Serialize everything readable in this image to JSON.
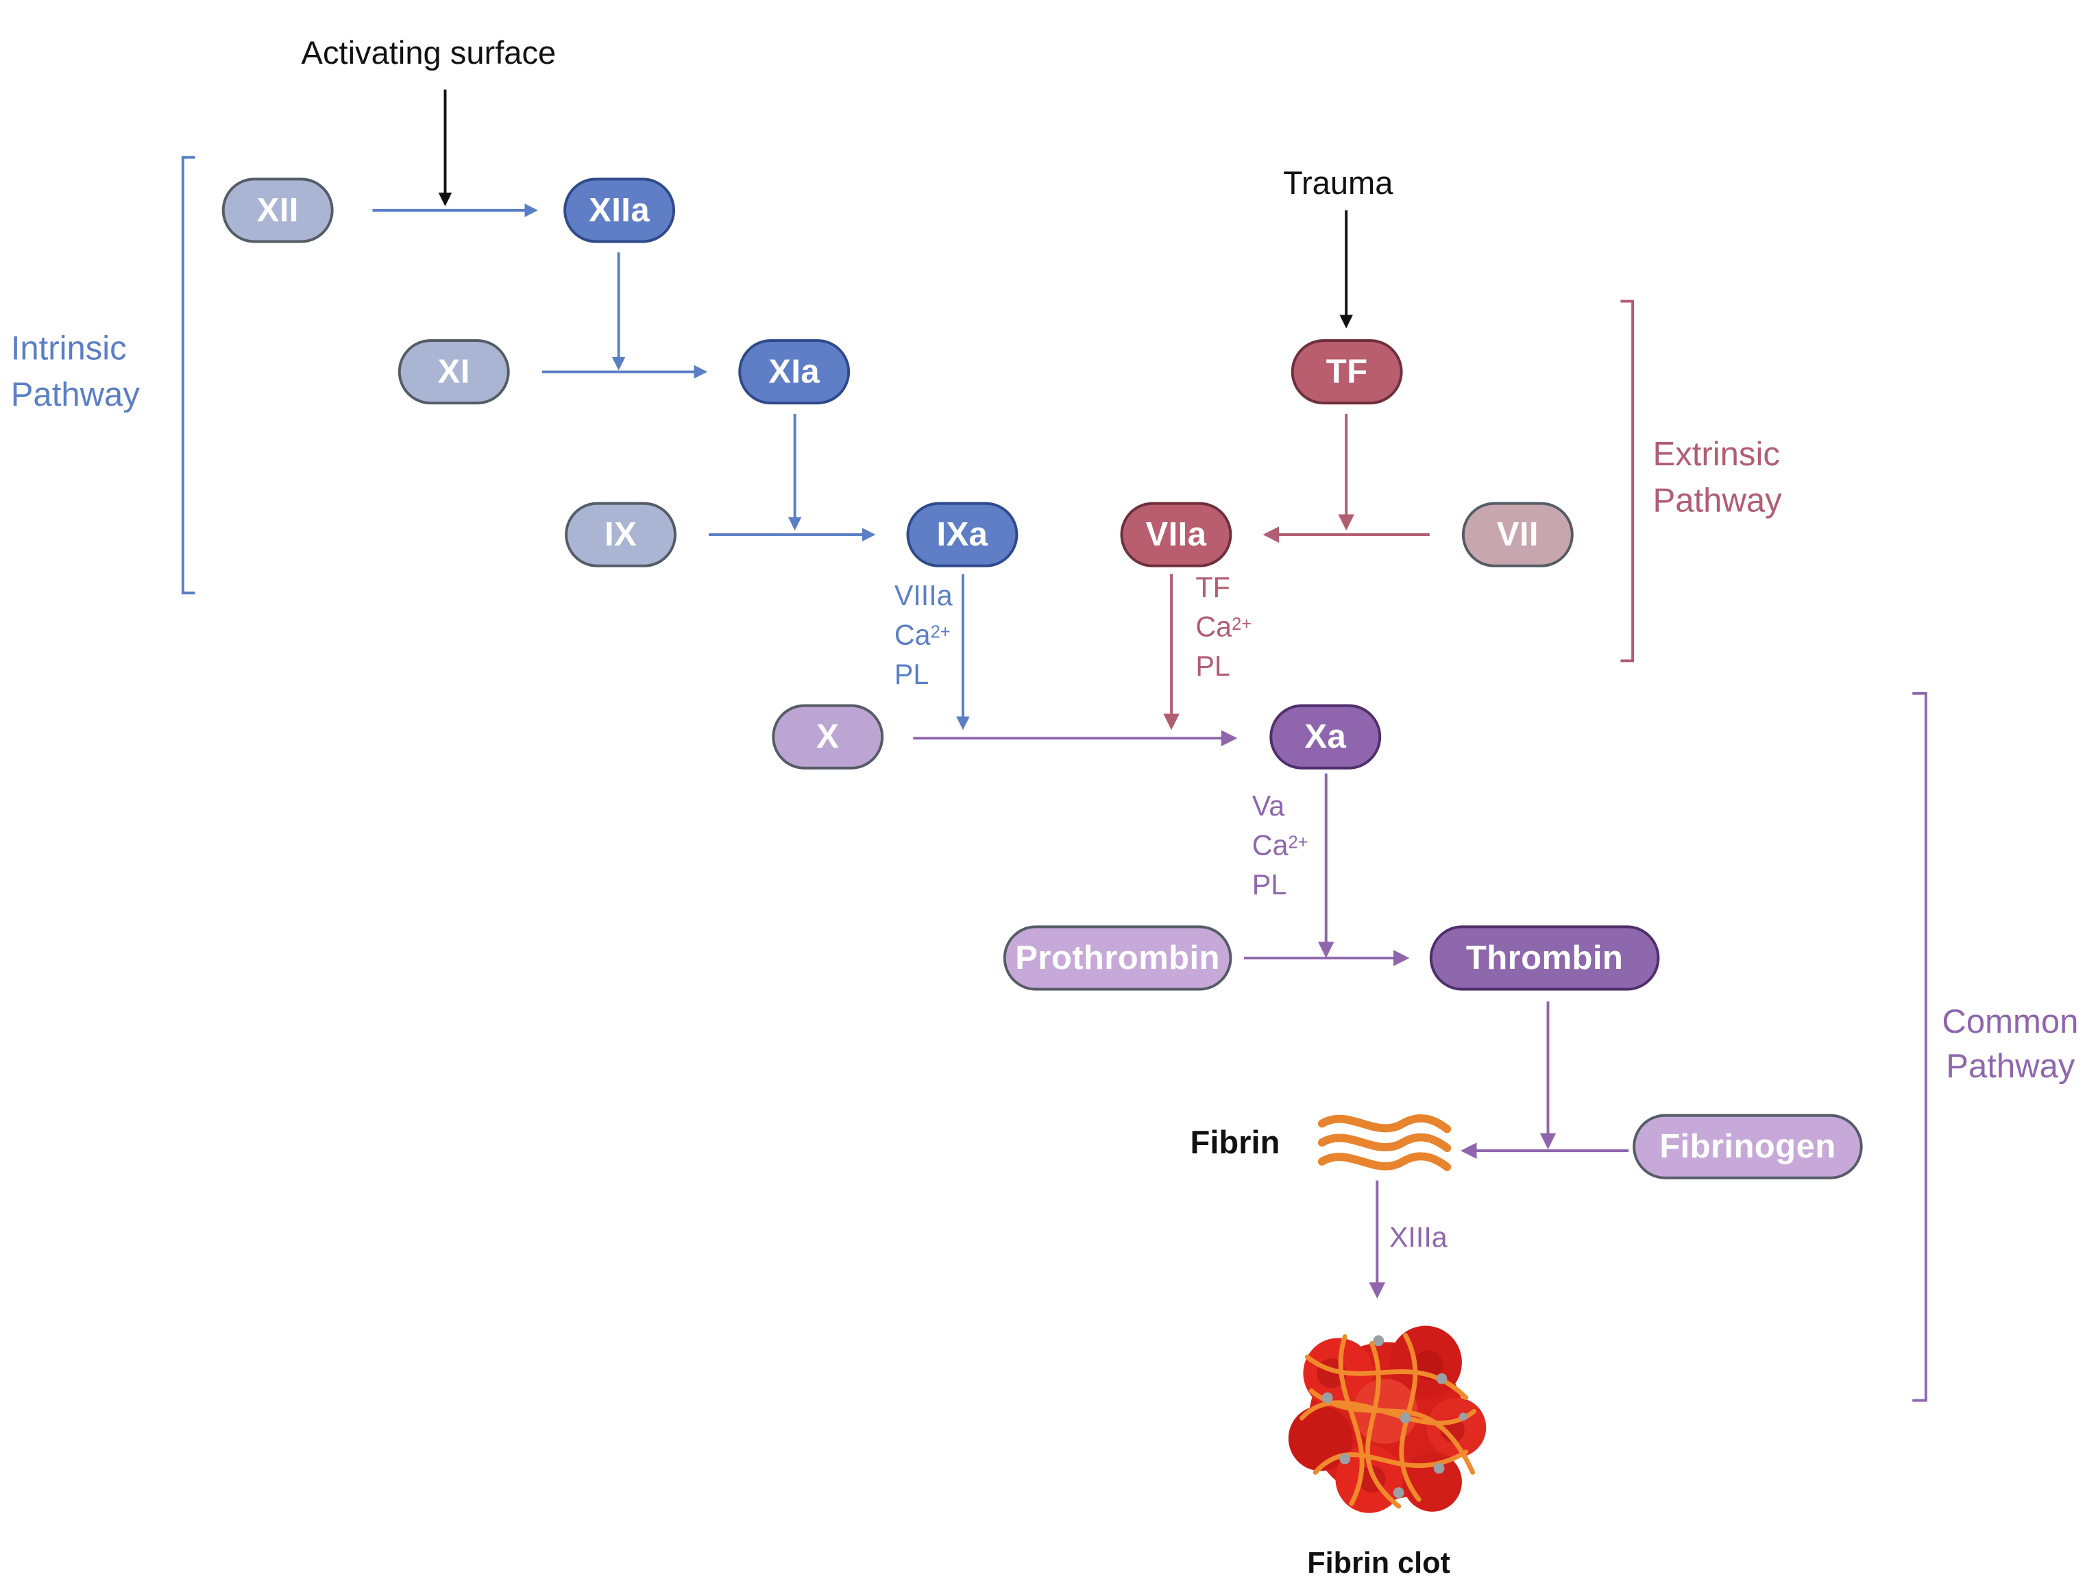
{
  "labels": {
    "activating_surface": "Activating surface",
    "trauma": "Trauma",
    "intrinsic_line1": "Intrinsic",
    "intrinsic_line2": "Pathway",
    "extrinsic_line1": "Extrinsic",
    "extrinsic_line2": "Pathway",
    "common_line1": "Common",
    "common_line2": "Pathway",
    "fibrin": "Fibrin",
    "xiiia": "XIIIa",
    "fibrin_clot": "Fibrin clot"
  },
  "nodes": {
    "xii": "XII",
    "xiia": "XIIa",
    "xi": "XI",
    "xia": "XIa",
    "ix": "IX",
    "ixa": "IXa",
    "tf": "TF",
    "viia": "VIIa",
    "vii": "VII",
    "x": "X",
    "xa": "Xa",
    "prothrombin": "Prothrombin",
    "thrombin": "Thrombin",
    "fibrinogen": "Fibrinogen"
  },
  "cofactors": {
    "intrinsic": {
      "a": "VIIIa",
      "ca": "Ca",
      "ca_sup": "2+",
      "pl": "PL"
    },
    "extrinsic": {
      "a": "TF",
      "ca": "Ca",
      "ca_sup": "2+",
      "pl": "PL"
    },
    "common": {
      "a": "Va",
      "ca": "Ca",
      "ca_sup": "2+",
      "pl": "PL"
    }
  },
  "colors": {
    "intrinsic": "#5b7fc4",
    "extrinsic": "#b15d72",
    "common": "#8f66ad",
    "inactive_intrinsic": "#a9b5d3",
    "active_intrinsic": "#5f7ec6",
    "tf_node": "#b85e6e",
    "vii_node": "#c7a6ad",
    "x_node": "#bda5d3",
    "xa_node": "#8f66ad",
    "prothrombin_node": "#c6a9d8",
    "thrombin_node": "#8d68ac",
    "fibrin_strands": "#e8832e",
    "clot_red": "#d8201b"
  }
}
